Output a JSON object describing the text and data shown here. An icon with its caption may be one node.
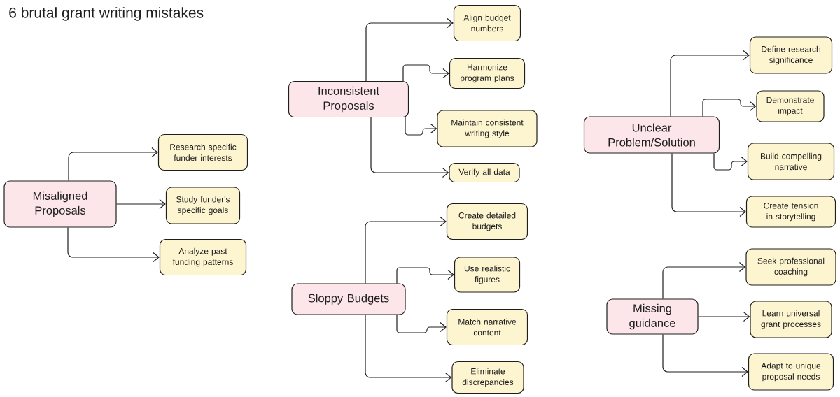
{
  "diagram": {
    "title": "6 brutal grant writing mistakes",
    "nodes": [
      {
        "text": [
          "Misaligned Proposals"
        ]
      },
      {
        "text": [
          "Research specific funder interests"
        ]
      },
      {
        "text": [
          "Study funder's specific goals"
        ]
      },
      {
        "text": [
          "Analyze past funding patterns"
        ]
      },
      {
        "text": [
          "Inconsistent Proposals"
        ]
      },
      {
        "text": [
          "Align budget numbers"
        ]
      },
      {
        "text": [
          "Harmonize program plans"
        ]
      },
      {
        "text": [
          "Maintain consistent writing style"
        ]
      },
      {
        "text": [
          "Verify all data"
        ]
      },
      {
        "text": [
          "Sloppy Budgets"
        ]
      },
      {
        "text": [
          "Create detailed budgets"
        ]
      },
      {
        "text": [
          "Use realistic figures"
        ]
      },
      {
        "text": [
          "Match narrative content"
        ]
      },
      {
        "text": [
          "Eliminate discrepancies"
        ]
      },
      {
        "text": [
          "Unclear Problem/Solution"
        ]
      },
      {
        "text": [
          "Define research significance"
        ]
      },
      {
        "text": [
          "Demonstrate impact"
        ]
      },
      {
        "text": [
          "Build compelling narrative"
        ]
      },
      {
        "text": [
          "Create tension in storytelling"
        ]
      },
      {
        "text": [
          "Missing guidance"
        ]
      },
      {
        "text": [
          "Seek professional coaching"
        ]
      },
      {
        "text": [
          "Learn universal grant processes"
        ]
      },
      {
        "text": [
          "Adapt to unique proposal needs"
        ]
      }
    ],
    "edges": [
      {
        "from": 0,
        "to": 1,
        "arrow": "to"
      },
      {
        "from": 0,
        "to": 2,
        "arrow": "to"
      },
      {
        "from": 0,
        "to": 3,
        "arrow": "to"
      },
      {
        "from": 4,
        "to": 5,
        "arrow": "to"
      },
      {
        "from": 4,
        "to": 6,
        "arrow": "to"
      },
      {
        "from": 4,
        "to": 7,
        "arrow": "to"
      },
      {
        "from": 4,
        "to": 8,
        "arrow": "to"
      },
      {
        "from": 9,
        "to": 10,
        "arrow": "to"
      },
      {
        "from": 9,
        "to": 11,
        "arrow": "to"
      },
      {
        "from": 9,
        "to": 12,
        "arrow": "to"
      },
      {
        "from": 9,
        "to": 13,
        "arrow": "to"
      },
      {
        "from": 14,
        "to": 15,
        "arrow": "to"
      },
      {
        "from": 14,
        "to": 16,
        "arrow": "to"
      },
      {
        "from": 14,
        "to": 17,
        "arrow": "to"
      },
      {
        "from": 14,
        "to": 18,
        "arrow": "to"
      },
      {
        "from": 19,
        "to": 20,
        "arrow": "to"
      },
      {
        "from": 19,
        "to": 21,
        "arrow": "to"
      },
      {
        "from": 19,
        "to": 22,
        "arrow": "to"
      }
    ]
  }
}
